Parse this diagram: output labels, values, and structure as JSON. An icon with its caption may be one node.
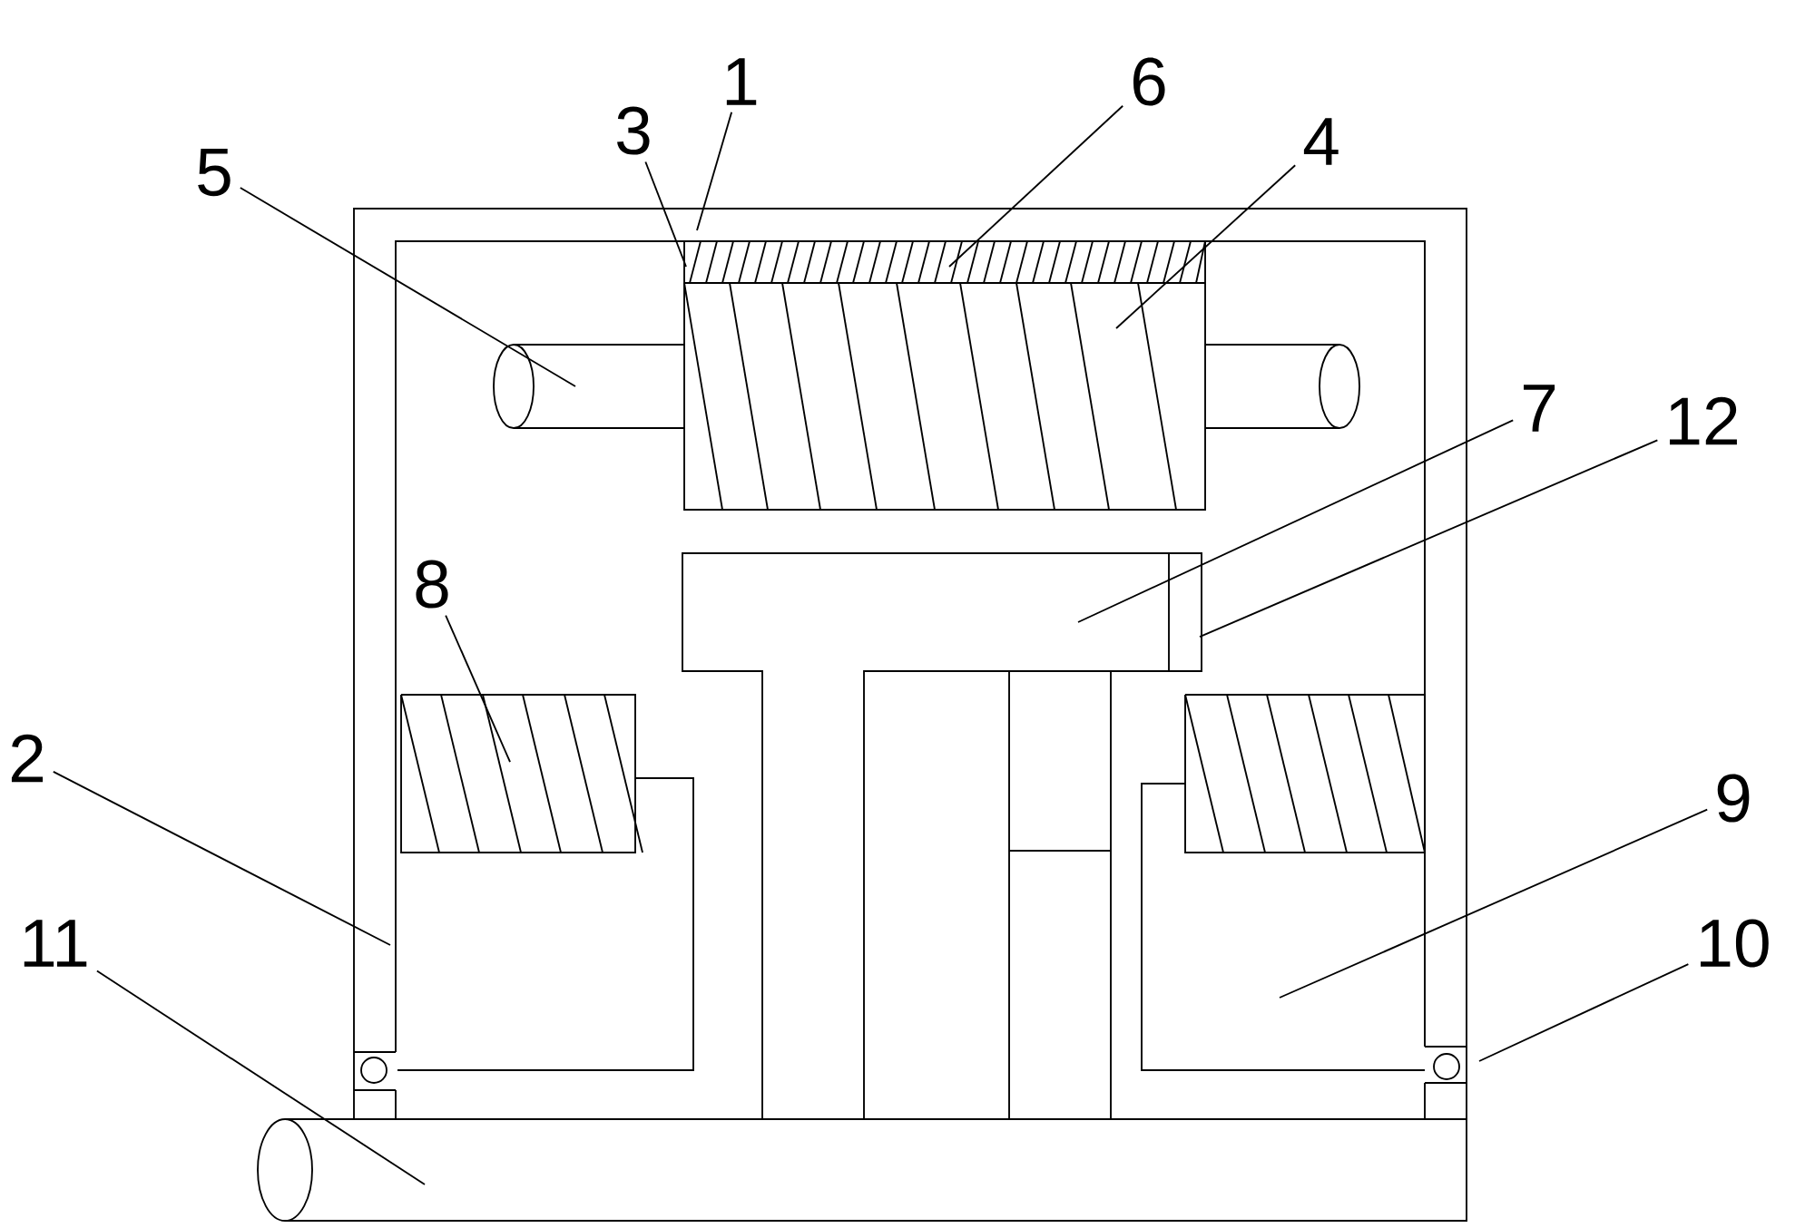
{
  "diagram": {
    "nodes": [
      {
        "text": [
          "1"
        ]
      },
      {
        "text": [
          "3"
        ]
      },
      {
        "text": [
          "6"
        ]
      },
      {
        "text": [
          "4"
        ]
      },
      {
        "text": [
          "5"
        ]
      },
      {
        "text": [
          "7"
        ]
      },
      {
        "text": [
          "12"
        ]
      },
      {
        "text": [
          "8"
        ]
      },
      {
        "text": [
          "2"
        ]
      },
      {
        "text": [
          "9"
        ]
      },
      {
        "text": [
          "11"
        ]
      },
      {
        "text": [
          "10"
        ]
      }
    ],
    "edges": [
      {
        "from": 0,
        "to": null,
        "arrow": "none"
      },
      {
        "from": 1,
        "to": null,
        "arrow": "none"
      },
      {
        "from": 2,
        "to": null,
        "arrow": "none"
      },
      {
        "from": 3,
        "to": null,
        "arrow": "none"
      },
      {
        "from": 4,
        "to": null,
        "arrow": "none"
      },
      {
        "from": 5,
        "to": null,
        "arrow": "none"
      },
      {
        "from": 6,
        "to": null,
        "arrow": "none"
      },
      {
        "from": 7,
        "to": null,
        "arrow": "none"
      },
      {
        "from": 8,
        "to": null,
        "arrow": "none"
      },
      {
        "from": 9,
        "to": null,
        "arrow": "none"
      },
      {
        "from": 10,
        "to": null,
        "arrow": "none"
      },
      {
        "from": 11,
        "to": null,
        "arrow": "none"
      }
    ]
  }
}
